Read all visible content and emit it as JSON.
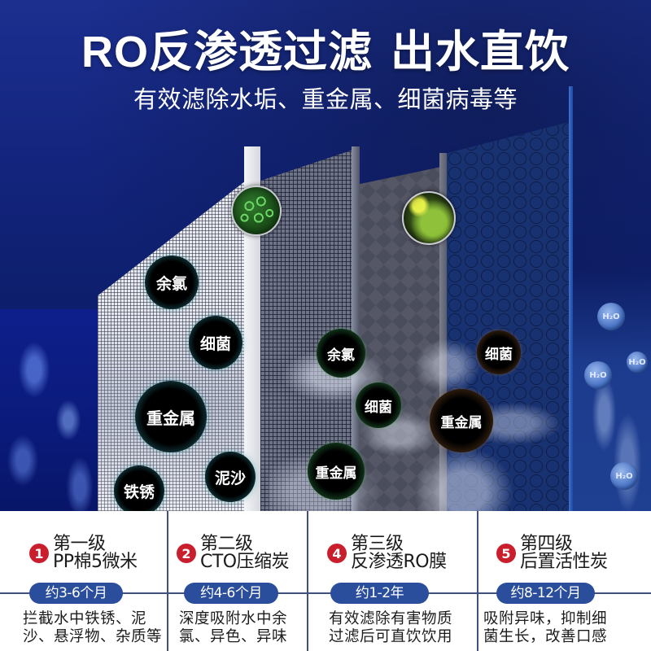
{
  "header": {
    "title_part1": "RO反渗透过滤",
    "title_part2": "出水直饮",
    "subtitle": "有效滤除水垢、重金属、细菌病毒等"
  },
  "illustration": {
    "layer1_bubbles": [
      {
        "label": "余氯",
        "style": "teal"
      },
      {
        "label": "细菌",
        "style": "teal"
      },
      {
        "label": "重金属",
        "style": "teal"
      },
      {
        "label": "泥沙",
        "style": "teal"
      },
      {
        "label": "铁锈",
        "style": "teal"
      }
    ],
    "layer2_bubbles": [
      {
        "label": "余氯",
        "style": "green"
      },
      {
        "label": "细菌",
        "style": "green"
      },
      {
        "label": "重金属",
        "style": "green"
      }
    ],
    "layer3_bubbles": [
      {
        "label": "细菌",
        "style": "brown"
      },
      {
        "label": "重金属",
        "style": "brown"
      }
    ],
    "micro_icons": [
      "virus-microscope-icon",
      "bacteria-microscope-icon"
    ],
    "water_molecules": [
      "H₂O",
      "H₂O",
      "H₂O",
      "H₂O"
    ]
  },
  "stages": [
    {
      "number": "1",
      "level": "第一级",
      "name": "PP棉5微米",
      "lifespan": "约3-6个月",
      "desc_line1": "拦截水中铁锈、泥",
      "desc_line2": "沙、悬浮物、杂质等"
    },
    {
      "number": "2",
      "level": "第二级",
      "name": "CTO压缩炭",
      "lifespan": "约4-6个月",
      "desc_line1": "深度吸附水中余",
      "desc_line2": "氯、异色、异味"
    },
    {
      "number": "4",
      "level": "第三级",
      "name": "反渗透RO膜",
      "lifespan": "约1-2年",
      "desc_line1": "有效滤除有害物质",
      "desc_line2": "过滤后可直饮饮用"
    },
    {
      "number": "5",
      "level": "第四级",
      "name": "后置活性炭",
      "lifespan": "约8-12个月",
      "desc_line1": "吸附异味，抑制细",
      "desc_line2": "菌生长，改善口感"
    }
  ],
  "colors": {
    "background_blue": "#13257e",
    "badge_red": "#c91f2c",
    "pill_blue": "#2b4e9c",
    "divider": "#42507e"
  }
}
